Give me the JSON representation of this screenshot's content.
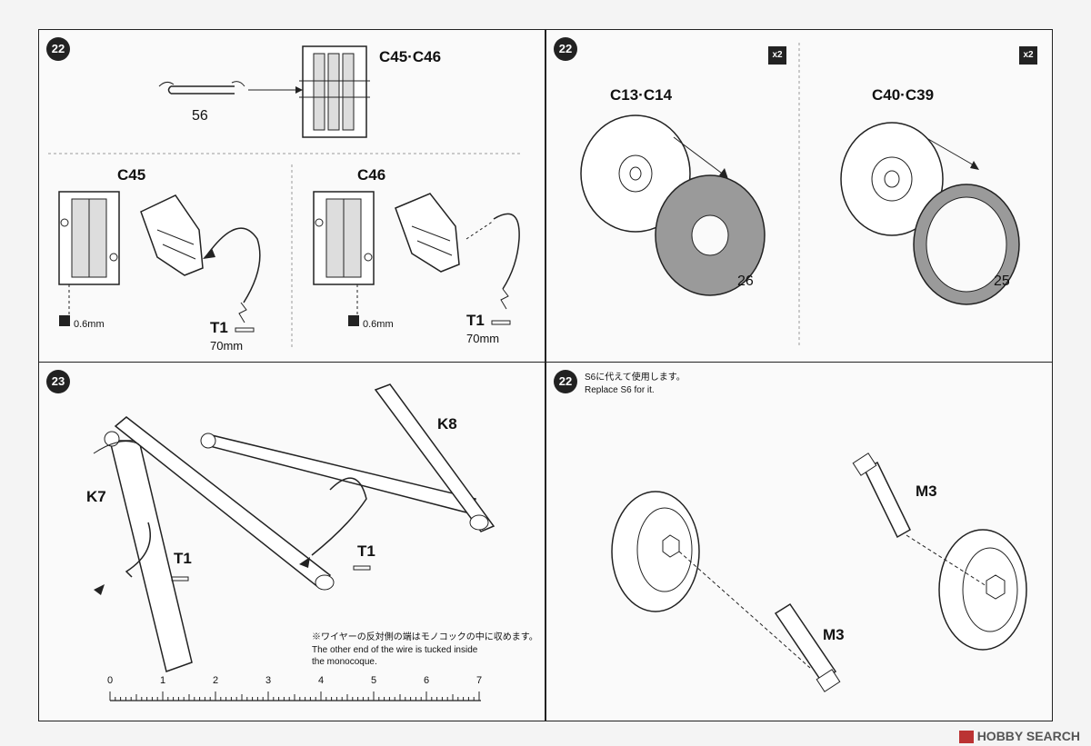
{
  "panel1": {
    "step": "22",
    "title_c45_c46": "C45·C46",
    "part_56": "56",
    "label_c45": "C45",
    "label_c46": "C46",
    "drill_left": "0.6mm",
    "drill_right": "0.6mm",
    "t1_left": "T1",
    "len_left": "70mm",
    "t1_right": "T1",
    "len_right": "70mm"
  },
  "panel2": {
    "step": "22",
    "x2_left": "x2",
    "x2_right": "x2",
    "label_c13_c14": "C13·C14",
    "label_c40_c39": "C40·C39",
    "part_26": "26",
    "part_25": "25"
  },
  "panel3": {
    "step": "23",
    "label_k8": "K8",
    "label_k7": "K7",
    "t1_a": "T1",
    "t1_b": "T1",
    "note_jp": "※ワイヤーの反対側の端はモノコックの中に収めます。",
    "note_en_1": "The other end of the wire is tucked inside",
    "note_en_2": "the monocoque.",
    "ruler_ticks": [
      "0",
      "1",
      "2",
      "3",
      "4",
      "5",
      "6",
      "7"
    ]
  },
  "panel4": {
    "step": "22",
    "replace_jp": "S6に代えて使用します。",
    "replace_en": "Replace S6 for it.",
    "m3_top": "M3",
    "m3_bottom": "M3"
  },
  "watermark": "HOBBY SEARCH"
}
